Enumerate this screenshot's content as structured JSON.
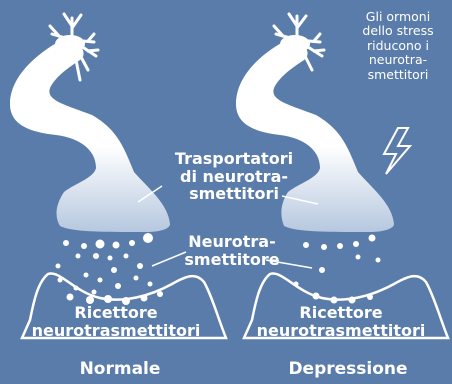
{
  "colors": {
    "background": "#5a7caa",
    "neuron": "#ffffff",
    "terminal_fade": "#b6c8df",
    "text": "#ffffff"
  },
  "labels": {
    "transporters": [
      "Trasportatori",
      "di neurotra-",
      "smettitori"
    ],
    "neurotransmitter": [
      "Neurotra-",
      "smettitore"
    ],
    "receptor_left": [
      "Ricettore",
      "neurotrasmettitori"
    ],
    "receptor_right": [
      "Ricettore",
      "neurotrasmettitori"
    ],
    "stress_note": [
      "Gli ormoni",
      "dello stress",
      "riducono i",
      "neurotra-",
      "smettitori"
    ]
  },
  "captions": {
    "normal": "Normale",
    "depression": "Depressione"
  },
  "icons": {
    "stress": "lightning-bolt-icon"
  }
}
